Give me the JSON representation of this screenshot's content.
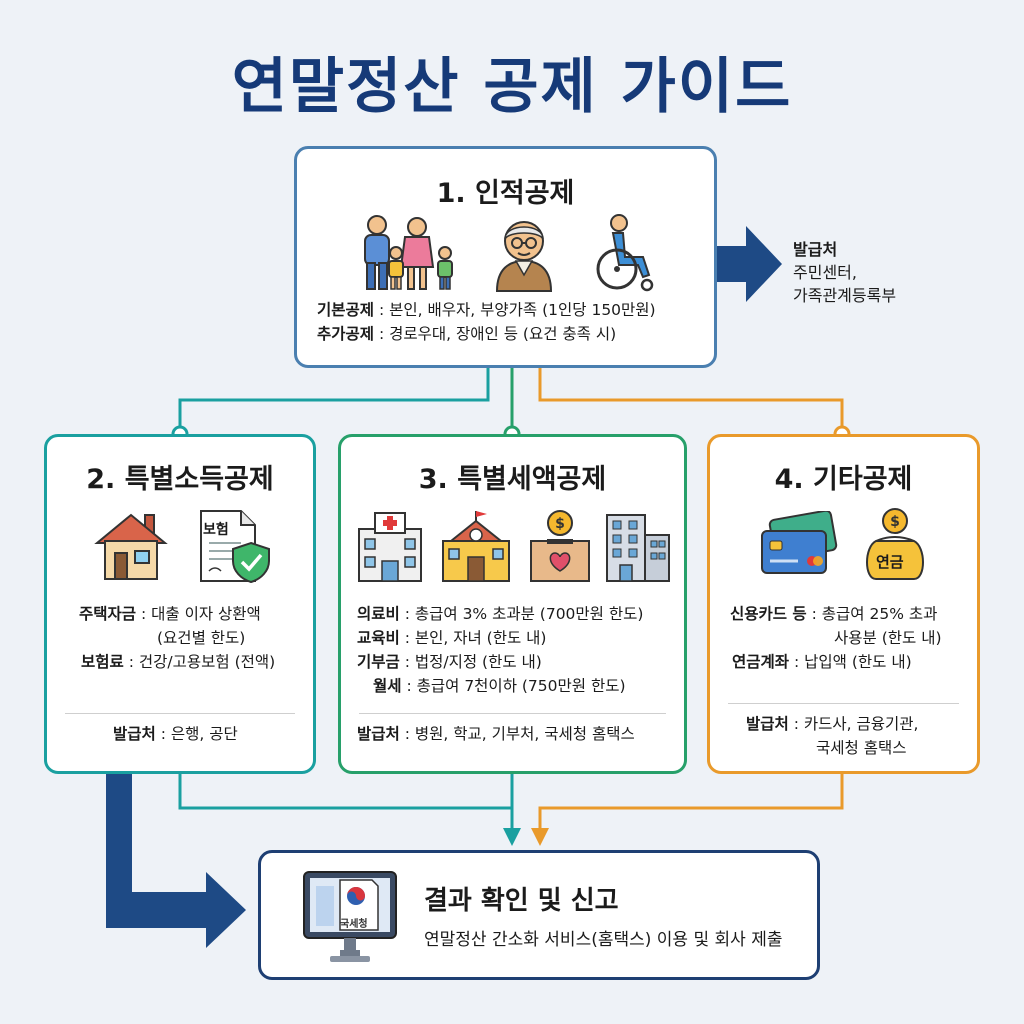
{
  "title": "연말정산 공제 가이드",
  "box1": {
    "heading": "1. 인적공제",
    "lines": [
      {
        "label": "기본공제",
        "text": " : 본인, 배우자, 부양가족 (1인당 150만원)"
      },
      {
        "label": "추가공제",
        "text": " : 경로우대, 장애인 등 (요건 충족 시)"
      }
    ],
    "issuer_label": "발급처",
    "issuer_lines": [
      "주민센터,",
      "가족관계등록부"
    ]
  },
  "box2": {
    "heading": "2. 특별소득공제",
    "doc_icon_text": "보험",
    "lines": [
      {
        "label": "주택자금",
        "text": " : 대출 이자 상환액"
      },
      {
        "label": "",
        "text": "(요건별 한도)"
      },
      {
        "label": "보험료",
        "text": " : 건강/고용보험 (전액)"
      }
    ],
    "issuer": {
      "label": "발급처",
      "text": " : 은행, 공단"
    }
  },
  "box3": {
    "heading": "3. 특별세액공제",
    "lines": [
      {
        "label": "의료비",
        "text": " : 총급여 3% 초과분 (700만원 한도)"
      },
      {
        "label": "교육비",
        "text": " : 본인, 자녀 (한도 내)"
      },
      {
        "label": "기부금",
        "text": " : 법정/지정 (한도 내)"
      },
      {
        "label": "월세",
        "text": " : 총급여 7천이하 (750만원 한도)"
      }
    ],
    "issuer": {
      "label": "발급처",
      "text": " : 병원, 학교, 기부처, 국세청 홈택스"
    }
  },
  "box4": {
    "heading": "4. 기타공제",
    "pension_icon_text": "연금",
    "lines": [
      {
        "label": "신용카드 등",
        "text": " : 총급여 25% 초과"
      },
      {
        "label": "",
        "text": "사용분 (한도 내)"
      },
      {
        "label": "연금계좌",
        "text": " : 납입액 (한도 내)"
      }
    ],
    "issuer": {
      "label": "발급처",
      "text": " : 카드사, 금융기관,"
    },
    "issuer2": "국세청 홈택스"
  },
  "result": {
    "title": "결과 확인 및 신고",
    "desc": "연말정산 간소화 서비스(홈택스) 이용 및 회사 제출",
    "monitor_text": "국세청"
  },
  "colors": {
    "title": "#163a78",
    "teal": "#1aa0a0",
    "green": "#27a06a",
    "orange": "#e99a2b",
    "navy": "#1e4a85"
  }
}
